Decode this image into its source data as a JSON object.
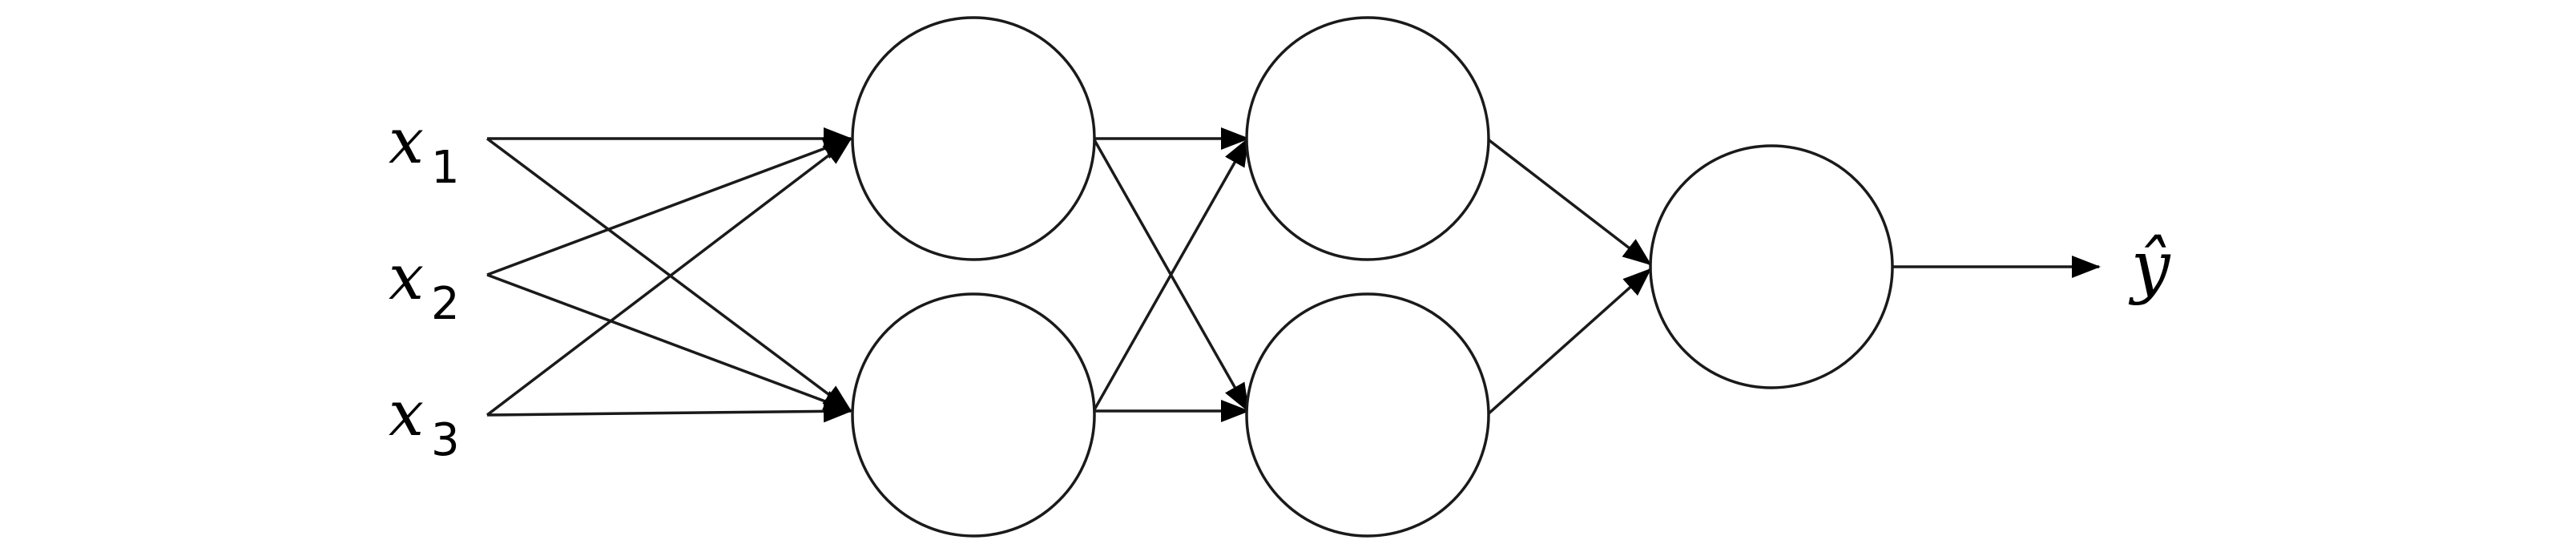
{
  "inputs": [
    {
      "var": "x",
      "sub": "1"
    },
    {
      "var": "x",
      "sub": "2"
    },
    {
      "var": "x",
      "sub": "3"
    }
  ],
  "output": {
    "label": "ŷ"
  },
  "network": {
    "layers": [
      3,
      2,
      2,
      1
    ],
    "node_labels": "none"
  },
  "colors": {
    "background": "#ffffff",
    "stroke": "#1a1a1a",
    "node_fill": "#ffffff"
  }
}
